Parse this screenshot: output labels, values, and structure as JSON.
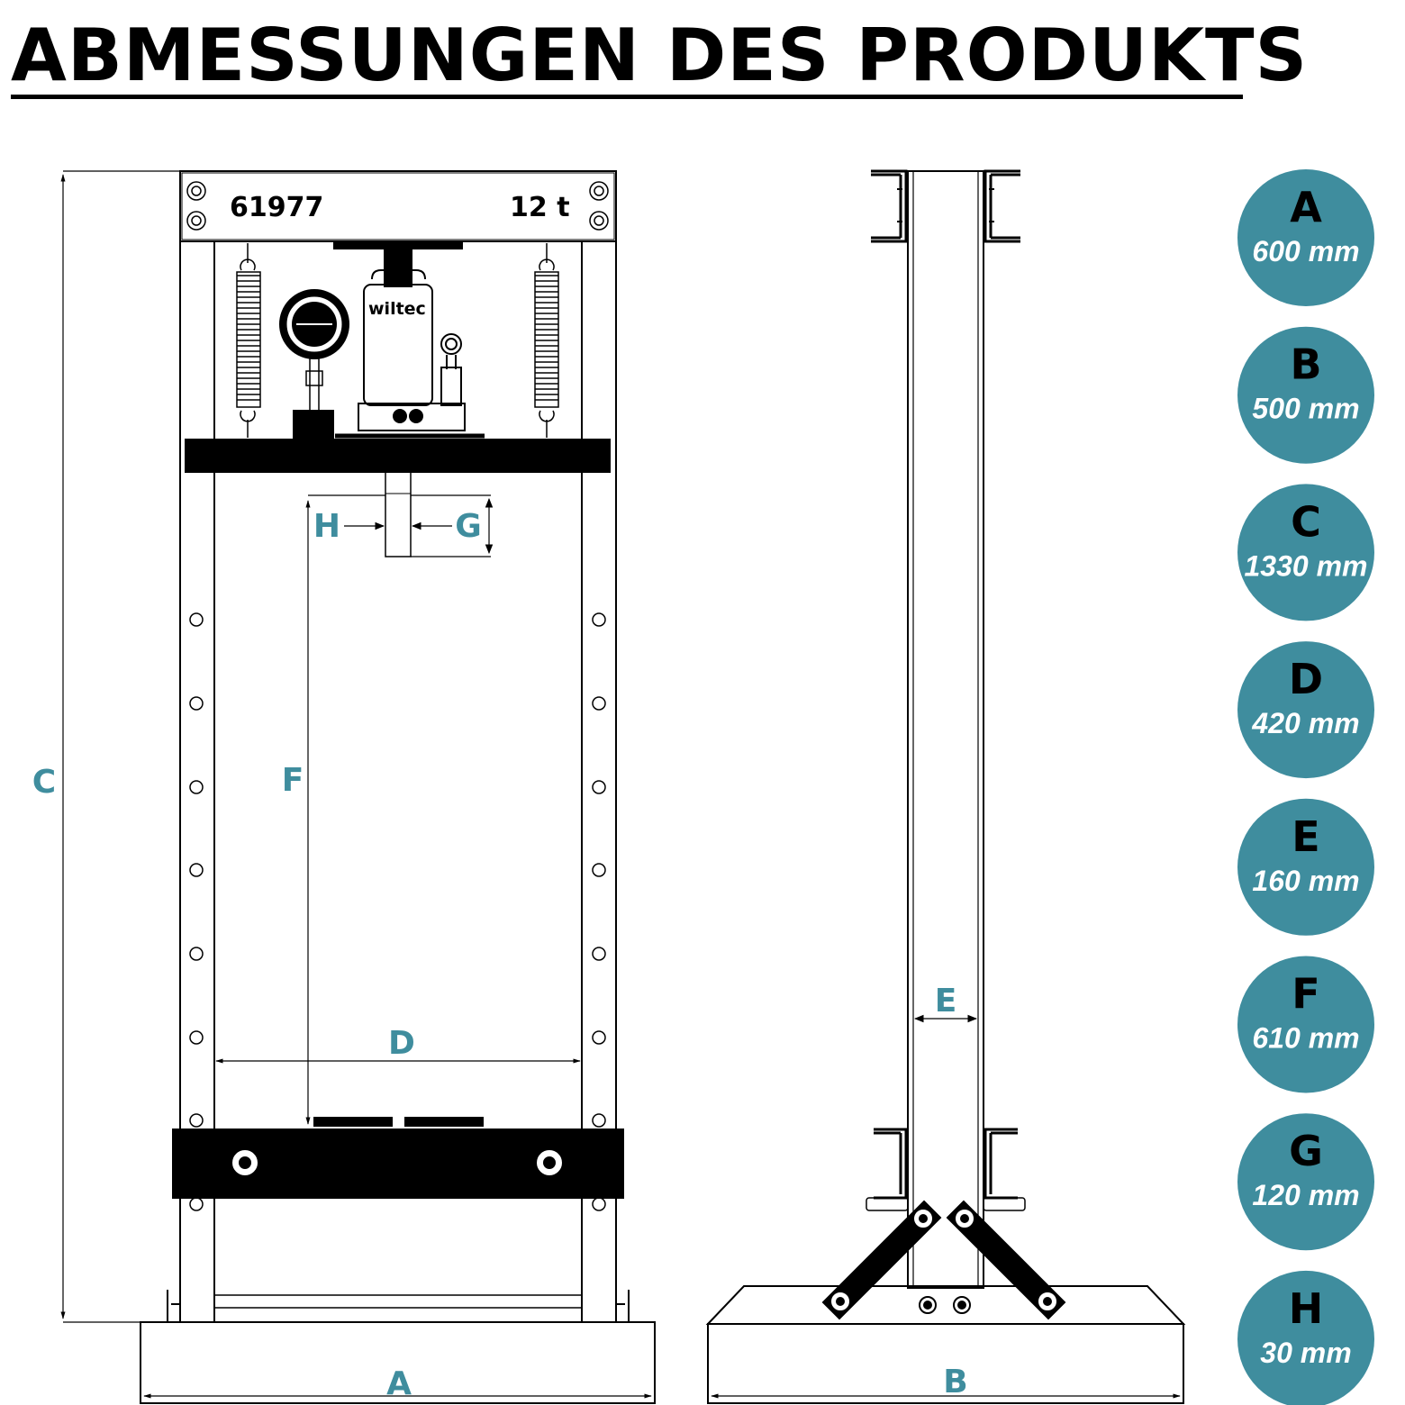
{
  "title": "ABMESSUNGEN DES PRODUKTS",
  "accent_color": "#3f8d9e",
  "top_plate": {
    "model": "61977",
    "capacity": "12 t"
  },
  "jack_brand": "wiltec",
  "dimension_labels": {
    "A": "A",
    "B": "B",
    "C": "C",
    "D": "D",
    "E": "E",
    "F": "F",
    "G": "G",
    "H": "H"
  },
  "legend": [
    {
      "letter": "A",
      "value": "600 mm"
    },
    {
      "letter": "B",
      "value": "500 mm"
    },
    {
      "letter": "C",
      "value": "1330 mm"
    },
    {
      "letter": "D",
      "value": "420 mm"
    },
    {
      "letter": "E",
      "value": "160 mm"
    },
    {
      "letter": "F",
      "value": "610 mm"
    },
    {
      "letter": "G",
      "value": "120 mm"
    },
    {
      "letter": "H",
      "value": "30 mm"
    }
  ]
}
